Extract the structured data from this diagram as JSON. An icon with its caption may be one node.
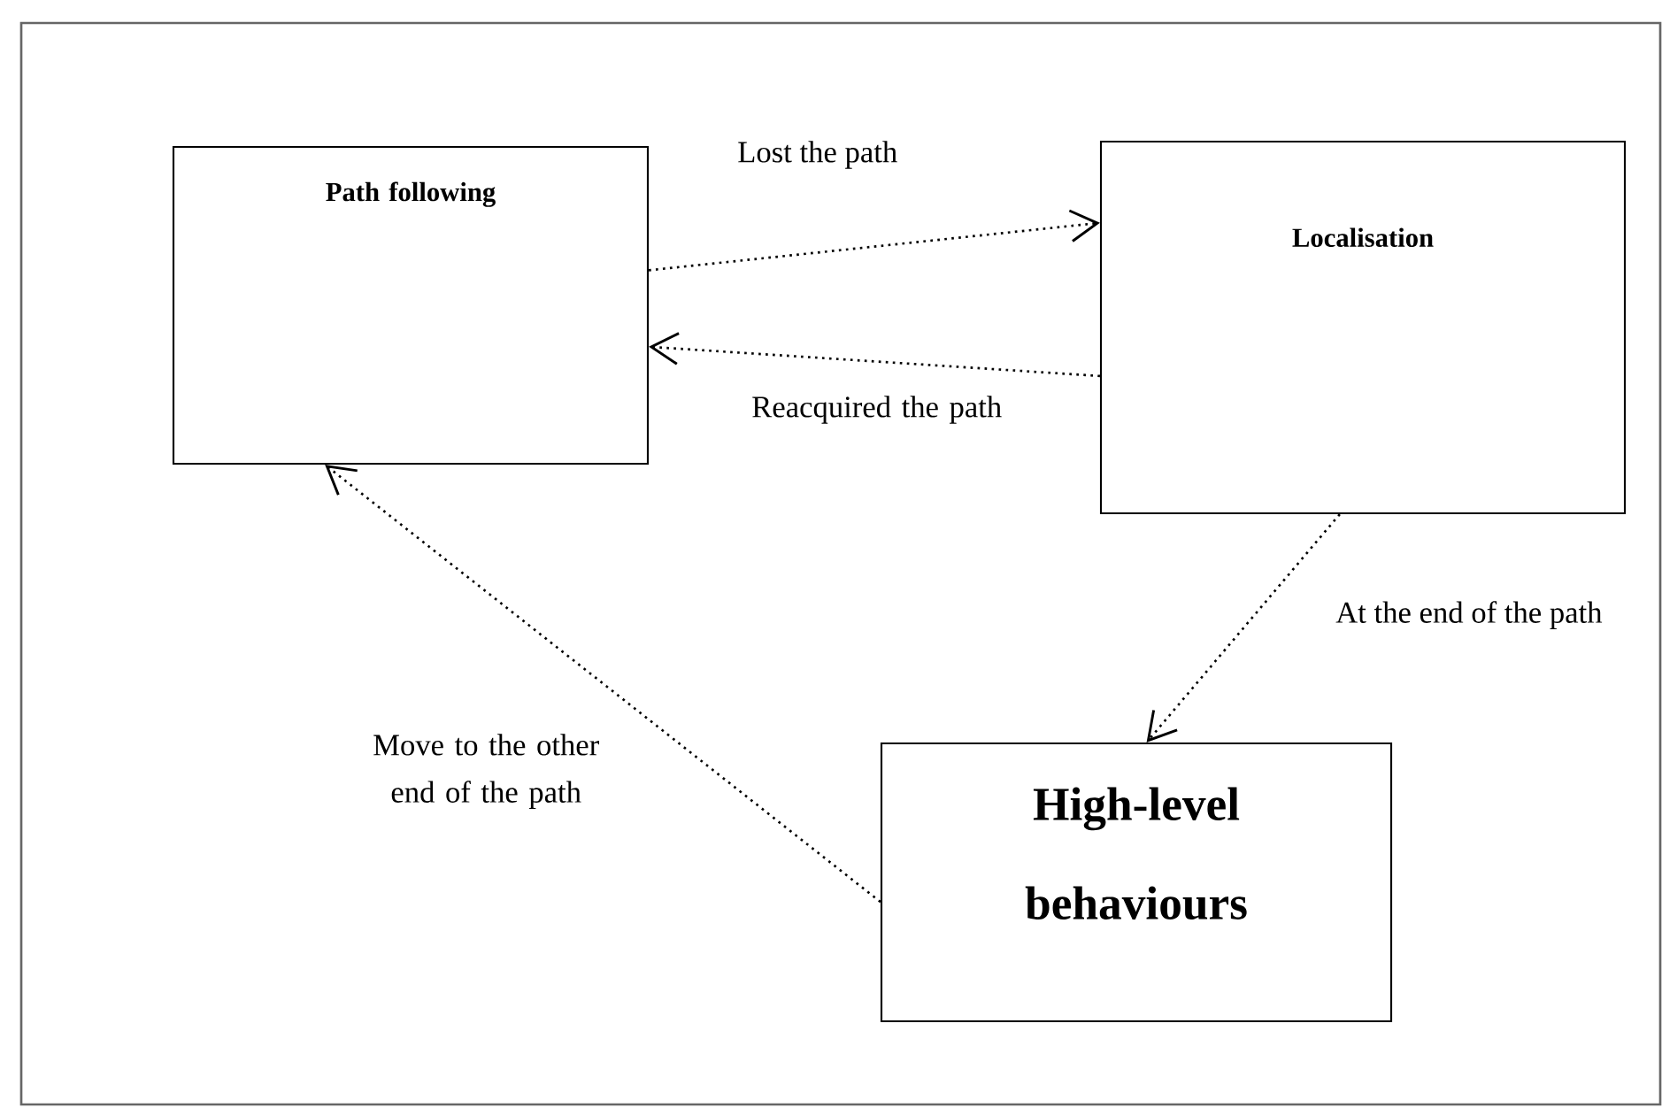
{
  "diagram": {
    "nodes": [
      {
        "text": [
          "Path following"
        ]
      },
      {
        "text": [
          "Localisation"
        ]
      },
      {
        "text": [
          "High-level behaviours"
        ]
      }
    ],
    "edges": [
      {
        "from": 0,
        "to": 1,
        "arrow": "to",
        "label": "Lost the path"
      },
      {
        "from": 1,
        "to": 0,
        "arrow": "to",
        "label": "Reacquired the path"
      },
      {
        "from": 1,
        "to": 2,
        "arrow": "to",
        "label": "At the end of the path"
      },
      {
        "from": 2,
        "to": 0,
        "arrow": "to",
        "label": "Move to the other end of the path"
      }
    ]
  }
}
